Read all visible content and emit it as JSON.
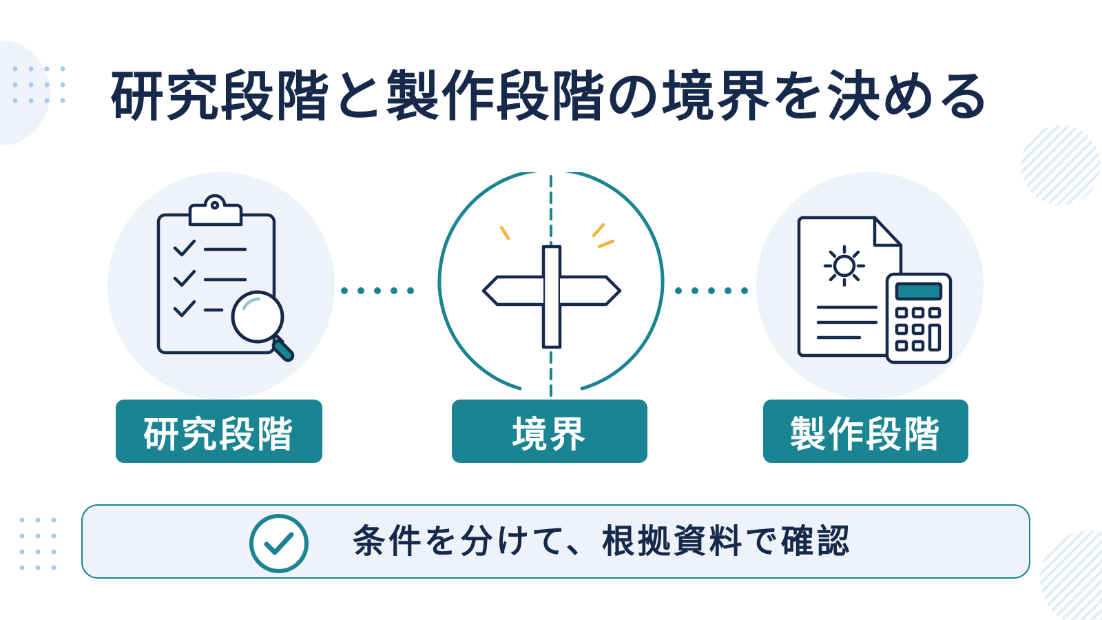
{
  "title": "研究段階と製作段階の境界を決める",
  "stages": [
    {
      "label": "研究段階",
      "icon": "clipboard-search-icon"
    },
    {
      "label": "境界",
      "icon": "signpost-icon"
    },
    {
      "label": "製作段階",
      "icon": "document-calculator-icon"
    }
  ],
  "footer": {
    "text": "条件を分けて、根拠資料で確認",
    "icon": "check-circle-icon"
  },
  "colors": {
    "accent": "#1a8492",
    "navy": "#16294a",
    "soft": "#eef3f9",
    "yellow": "#f0b43c"
  }
}
